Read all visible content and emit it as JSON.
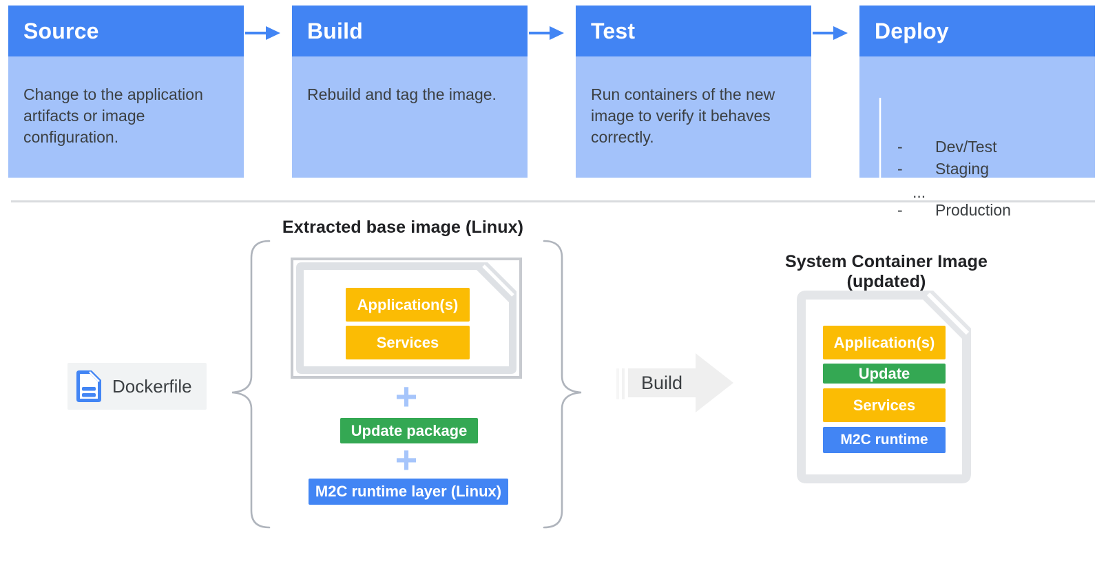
{
  "pipeline": {
    "steps": [
      {
        "title": "Source",
        "description": "Change to the application artifacts or image configuration."
      },
      {
        "title": "Build",
        "description": "Rebuild and tag the image."
      },
      {
        "title": "Test",
        "description": "Run containers of the new image to verify it behaves correctly."
      },
      {
        "title": "Deploy",
        "items": [
          {
            "bullet": "-",
            "label": "Dev/Test"
          },
          {
            "bullet": "-",
            "label": "Staging"
          },
          {
            "bullet": "",
            "label": "..."
          },
          {
            "bullet": "-",
            "label": "Production"
          }
        ]
      }
    ]
  },
  "flow": {
    "extracted_base_title": "Extracted base image (Linux)",
    "dockerfile_label": "Dockerfile",
    "base_layers": [
      {
        "label": "Application(s)",
        "color": "#FBBC04"
      },
      {
        "label": "Services",
        "color": "#FBBC04"
      }
    ],
    "plus": "+",
    "update_package": "Update package",
    "runtime_layer": "M2C runtime layer (Linux)",
    "build_label": "Build",
    "result_title": "System Container Image (updated)",
    "result_layers": [
      {
        "label": "Application(s)",
        "color": "#FBBC04"
      },
      {
        "label": "Update",
        "color": "#34A853"
      },
      {
        "label": "Services",
        "color": "#FBBC04"
      },
      {
        "label": "M2C runtime",
        "color": "#4285F4"
      }
    ]
  },
  "colors": {
    "step_header_blue": "#4284F3",
    "step_body_blue": "#A3C2FA",
    "accent_blue": "#4285F4",
    "yellow": "#FBBC04",
    "green": "#34A853",
    "text_dark": "#3C4043",
    "shape_gray": "#EFEFEF",
    "doc_gray": "#E2E4E8"
  }
}
